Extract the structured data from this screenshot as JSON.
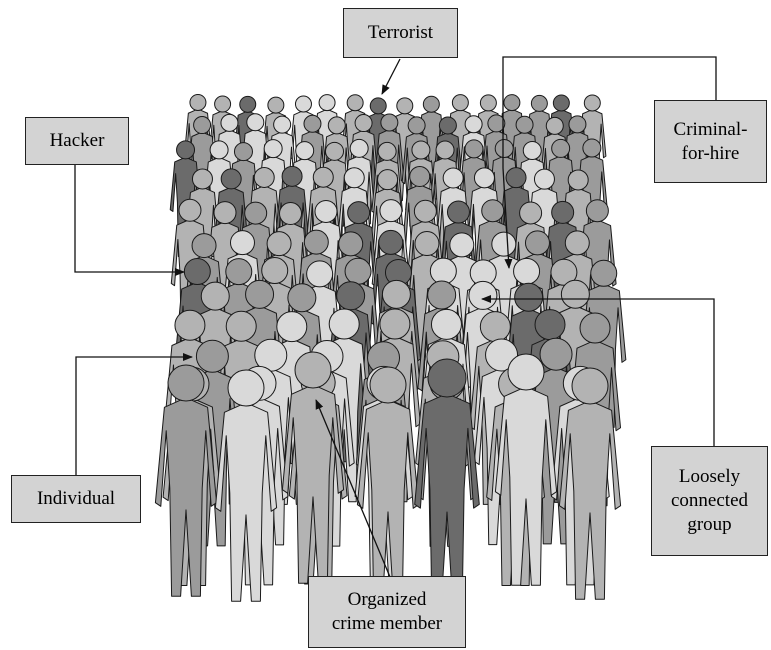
{
  "labels": {
    "terrorist": "Terrorist",
    "hacker": "Hacker",
    "criminal_line1": "Criminal-",
    "criminal_line2": "for-hire",
    "individual": "Individual",
    "loosely_line1": "Loosely",
    "loosely_line2": "connected",
    "loosely_line3": "group",
    "organized_line1": "Organized",
    "organized_line2": "crime member"
  },
  "colors": {
    "box_fill": "#d3d3d3",
    "figure_light": "#d9d9d9",
    "figure_mid": "#b3b3b3",
    "figure_grey": "#9b9b9b",
    "figure_dark": "#6b6b6b",
    "outline": "#1a1a1a"
  }
}
